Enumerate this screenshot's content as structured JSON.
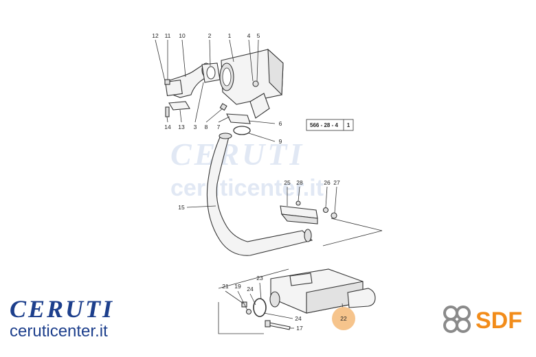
{
  "diagram": {
    "reference_code": "566 - 28 - 4",
    "reference_sheet": "1",
    "highlighted_part": "22",
    "highlight_color": "#f6c48c",
    "callouts": [
      {
        "id": "c12",
        "label": "12"
      },
      {
        "id": "c11",
        "label": "11"
      },
      {
        "id": "c10",
        "label": "10"
      },
      {
        "id": "c2",
        "label": "2"
      },
      {
        "id": "c1",
        "label": "1"
      },
      {
        "id": "c4",
        "label": "4"
      },
      {
        "id": "c5",
        "label": "5"
      },
      {
        "id": "c14",
        "label": "14"
      },
      {
        "id": "c13",
        "label": "13"
      },
      {
        "id": "c3",
        "label": "3"
      },
      {
        "id": "c8",
        "label": "8"
      },
      {
        "id": "c7",
        "label": "7"
      },
      {
        "id": "c6",
        "label": "6"
      },
      {
        "id": "c9",
        "label": "9"
      },
      {
        "id": "c15",
        "label": "15"
      },
      {
        "id": "c25",
        "label": "25"
      },
      {
        "id": "c28",
        "label": "28"
      },
      {
        "id": "c26",
        "label": "26"
      },
      {
        "id": "c27",
        "label": "27"
      },
      {
        "id": "c21",
        "label": "21"
      },
      {
        "id": "c19",
        "label": "19"
      },
      {
        "id": "c24a",
        "label": "24"
      },
      {
        "id": "c23",
        "label": "23"
      },
      {
        "id": "c24b",
        "label": "24"
      },
      {
        "id": "c17",
        "label": "17"
      }
    ]
  },
  "watermark": {
    "brand": "CERUTI",
    "site": "ceruticenter.it"
  },
  "logos": {
    "ceruti_name": "CERUTI",
    "ceruti_site": "ceruticenter.it",
    "ceruti_color": "#1d3f8c",
    "sdf_name": "SDF",
    "sdf_color": "#f28c1a",
    "sdf_icon": "sdf-knot-icon"
  }
}
